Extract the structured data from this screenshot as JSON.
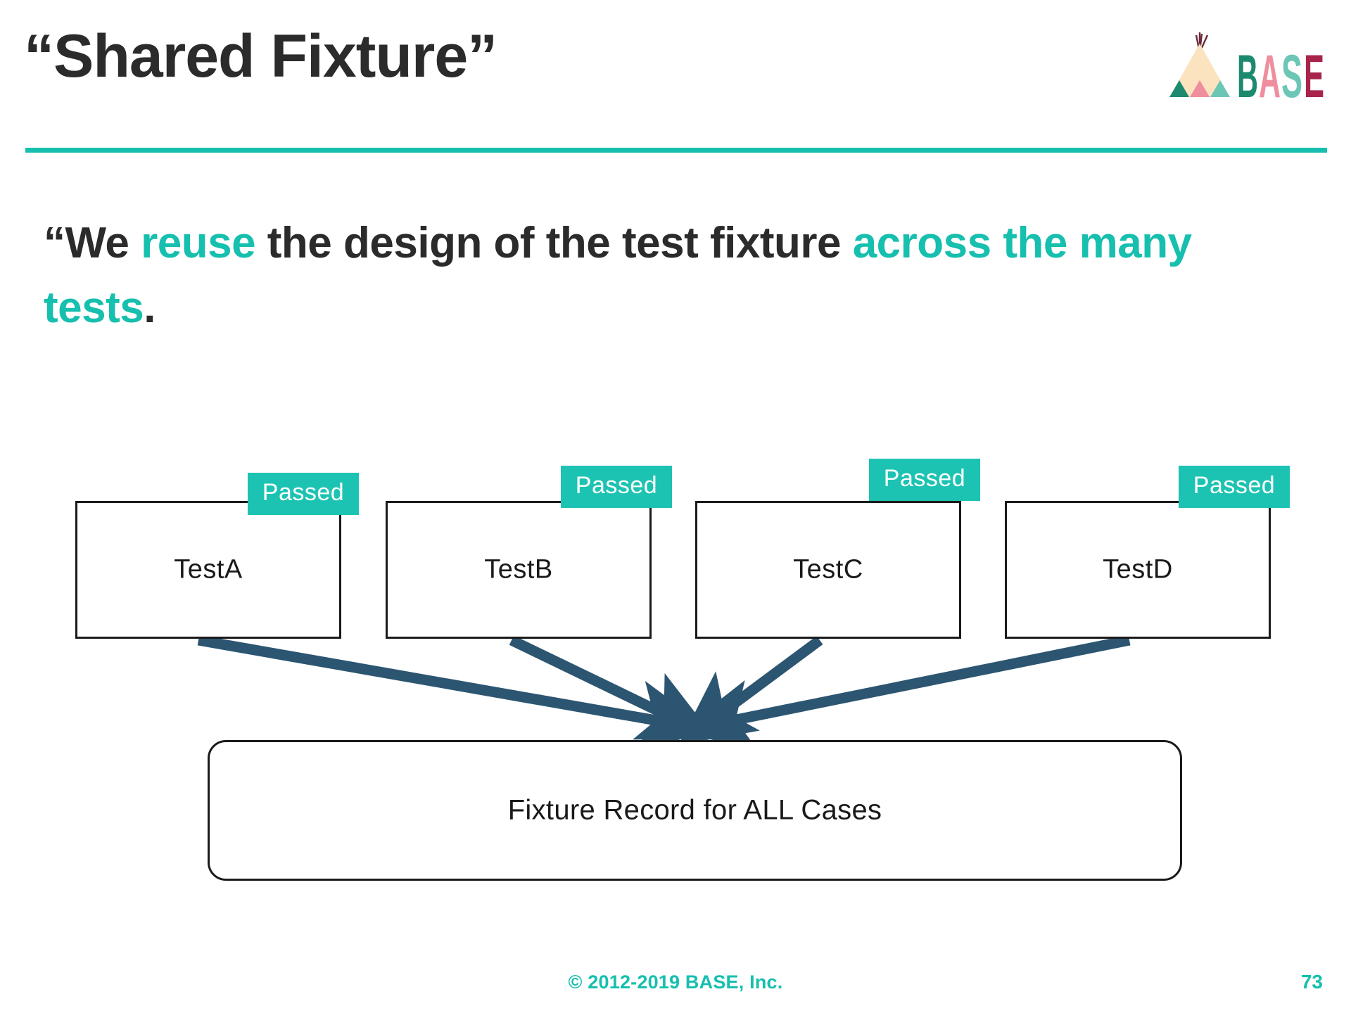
{
  "slide": {
    "title": "“Shared Fixture”",
    "page_number": "73",
    "copyright": "© 2012-2019 BASE, Inc.",
    "accent_color": "#16bfae",
    "badge_color": "#1dc3b2",
    "arrow_color": "#2c5571",
    "text_color": "#2b2b2b"
  },
  "logo": {
    "wordmark": "BASE",
    "letters": [
      {
        "char": "B",
        "color": "#1d8a70"
      },
      {
        "char": "A",
        "color": "#ef8e9e"
      },
      {
        "char": "S",
        "color": "#6cc6b6"
      },
      {
        "char": "E",
        "color": "#a8244a"
      }
    ],
    "tent_color": "#fbe3c0",
    "tent_poles_color": "#6b2b3a",
    "tent_triangles": [
      "#1d8a70",
      "#ef8e9e",
      "#6cc6b6"
    ]
  },
  "quote": {
    "segments": [
      {
        "text": "“We ",
        "highlight": false
      },
      {
        "text": "reuse",
        "highlight": true
      },
      {
        "text": " the design of the test fixture ",
        "highlight": false
      },
      {
        "text": "across the many tests",
        "highlight": true
      },
      {
        "text": ".",
        "highlight": false
      }
    ],
    "line1_plain": "“We reuse the design of the test fixture across",
    "line2_plain": "the many tests."
  },
  "diagram": {
    "type": "flow",
    "badge_label": "Passed",
    "tests": [
      {
        "name": "TestA",
        "status": "Passed"
      },
      {
        "name": "TestB",
        "status": "Passed"
      },
      {
        "name": "TestC",
        "status": "Passed"
      },
      {
        "name": "TestD",
        "status": "Passed"
      }
    ],
    "fixture": {
      "label": "Fixture Record for ALL Cases"
    },
    "arrow_count": 4,
    "arrow_direction": "tests-to-fixture"
  }
}
